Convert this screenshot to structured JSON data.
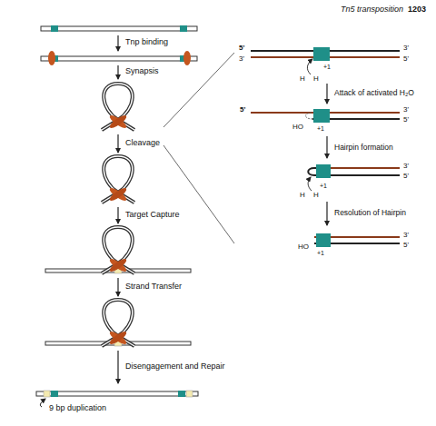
{
  "diagram": {
    "labels": [
      "Tn5 transposition",
      "1203",
      "Tnp binding",
      "Synapsis",
      "Cleavage",
      "Target Capture",
      "Strand Transfer",
      "Disengagement and Repair",
      "9 bp duplication",
      "5'",
      "3'",
      "3'",
      "5'",
      "H",
      "H",
      "+1",
      "Attack of activated H₂O",
      "5'",
      "3'",
      "5'",
      "HO",
      "+1",
      "Hairpin formation",
      "3'",
      "5'",
      "H",
      "H",
      "+1",
      "Resolution of Hairpin",
      "3'",
      "5'",
      "HO",
      "+1"
    ]
  }
}
